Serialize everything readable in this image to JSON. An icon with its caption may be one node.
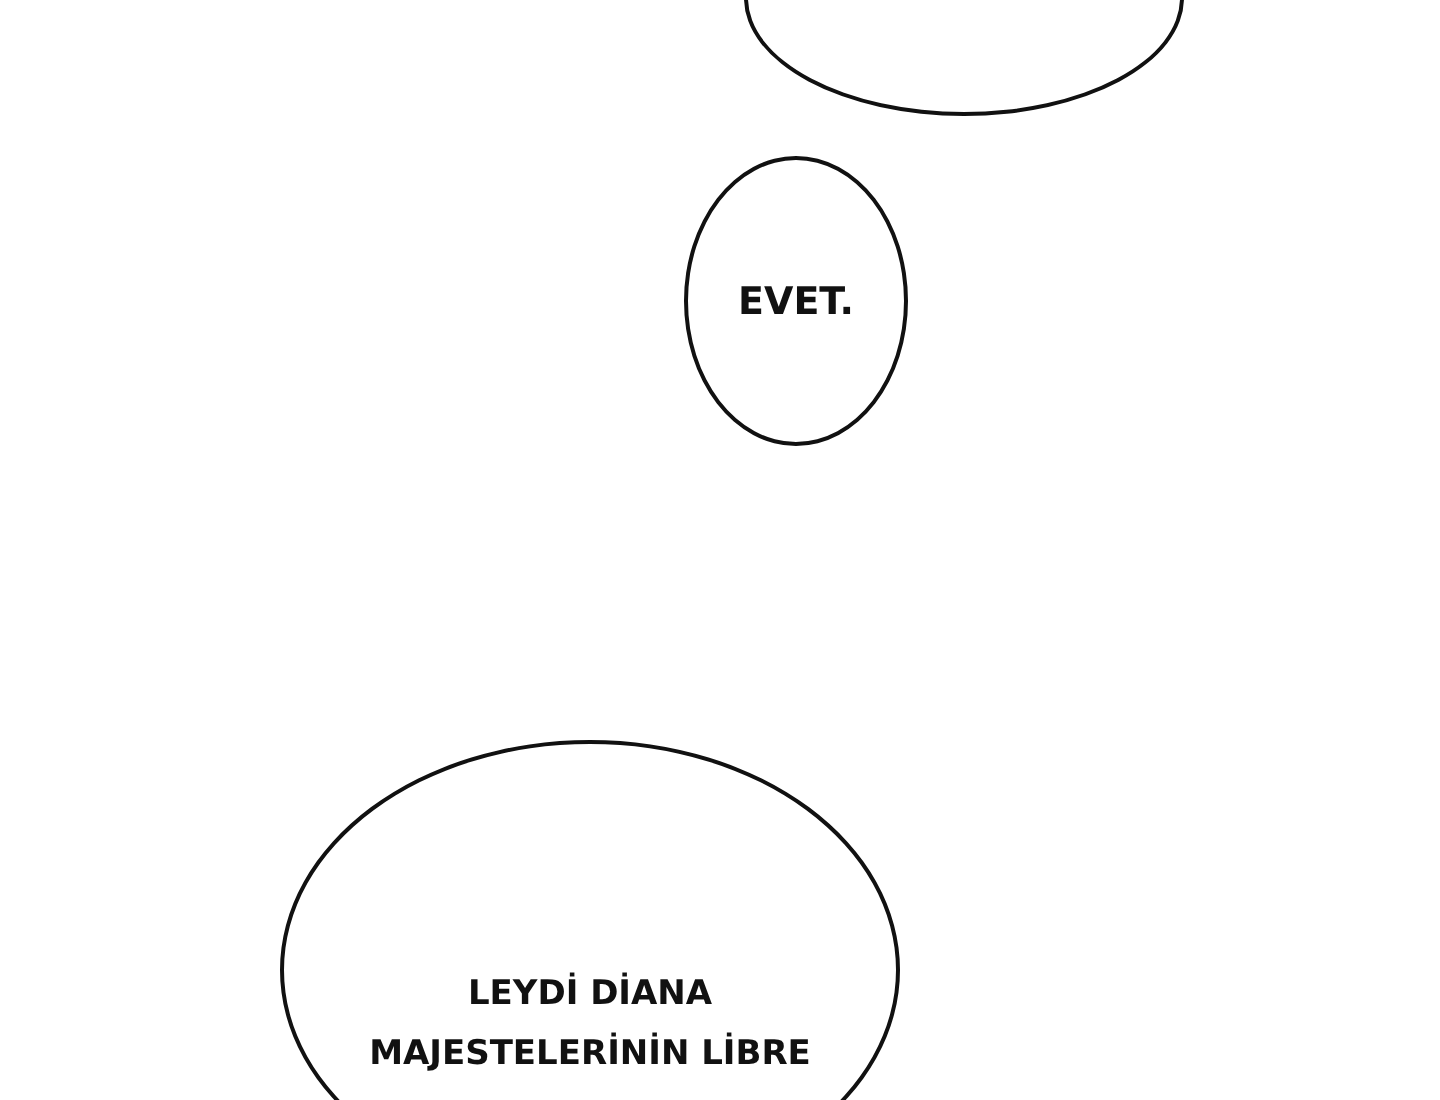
{
  "diagram": {
    "nodes": [
      {
        "text": [],
        "shape": "circle"
      },
      {
        "text": [
          "EVET."
        ]
      },
      {
        "text": [
          "LEYDİ DİANA MAJESTELERİNİN LİBRE"
        ]
      }
    ]
  }
}
